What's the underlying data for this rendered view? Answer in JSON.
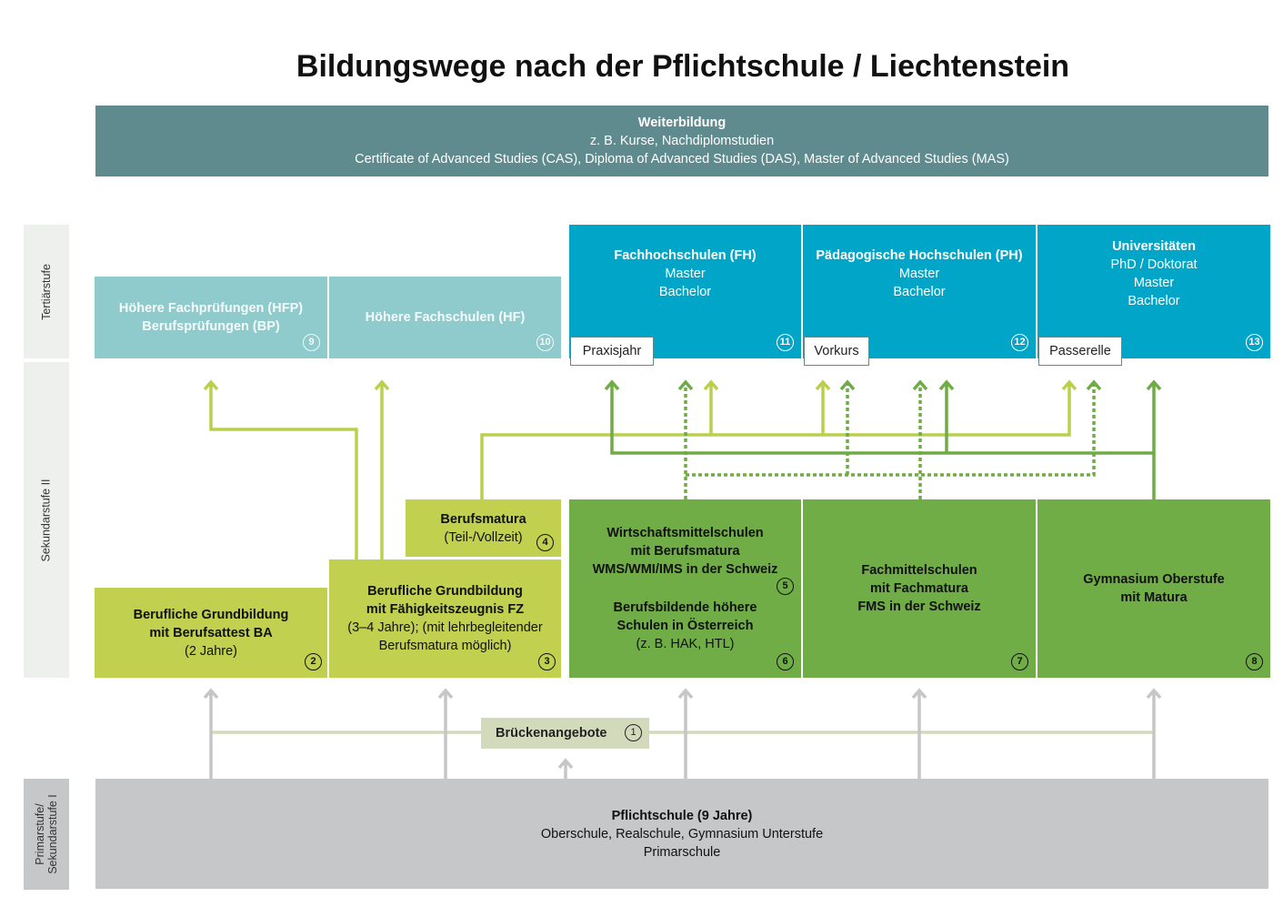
{
  "title": "Bildungswege nach der Pflichtschule / Liechtenstein",
  "levels": {
    "tertiary": "Tertiärstufe",
    "secondary2": "Sekundarstufe II",
    "primary_l1": "Primarstufe/",
    "primary_l2": "Sekundarstufe I"
  },
  "weiterbildung": {
    "title": "Weiterbildung",
    "line1": "z. B. Kurse, Nachdiplomstudien",
    "line2": "Certificate of Advanced Studies (CAS), Diploma of Advanced Studies (DAS), Master of Advanced Studies (MAS)"
  },
  "tertiary": {
    "hfp": {
      "l1": "Höhere Fachprüfungen (HFP)",
      "l2": "Berufsprüfungen (BP)",
      "num": "9"
    },
    "hf": {
      "l1": "Höhere Fachschulen (HF)",
      "num": "10"
    },
    "fh": {
      "l1": "Fachhochschulen (FH)",
      "l2": "Master",
      "l3": "Bachelor",
      "num": "11",
      "tag": "Praxisjahr"
    },
    "ph": {
      "l1": "Pädagogische Hochschulen (PH)",
      "l2": "Master",
      "l3": "Bachelor",
      "num": "12",
      "tag": "Vorkurs"
    },
    "uni": {
      "l1": "Universitäten",
      "l2": "PhD / Doktorat",
      "l3": "Master",
      "l4": "Bachelor",
      "num": "13",
      "tag": "Passerelle"
    }
  },
  "secondary": {
    "ba": {
      "l1": "Berufliche Grundbildung",
      "l2": "mit Berufsattest BA",
      "l3": "(2 Jahre)",
      "num": "2"
    },
    "fz": {
      "l1": "Berufliche Grundbildung",
      "l2": "mit Fähigkeitszeugnis FZ",
      "l3": "(3–4 Jahre); (mit lehrbegleitender",
      "l4": "Berufsmatura möglich)",
      "num": "3"
    },
    "bm": {
      "l1": "Berufsmatura",
      "l2": "(Teil-/Vollzeit)",
      "num": "4"
    },
    "wms": {
      "l1": "Wirtschaftsmittelschulen",
      "l2": "mit Berufsmatura",
      "l3": "WMS/WMI/IMS in der Schweiz",
      "num": "5",
      "l4": "Berufsbildende höhere",
      "l5": "Schulen in Österreich",
      "l6": "(z. B. HAK, HTL)",
      "num2": "6"
    },
    "fms": {
      "l1": "Fachmittelschulen",
      "l2": "mit Fachmatura",
      "l3": "FMS in der Schweiz",
      "num": "7"
    },
    "gym": {
      "l1": "Gymnasium Oberstufe",
      "l2": "mit Matura",
      "num": "8"
    }
  },
  "bridge": {
    "label": "Brückenangebote",
    "num": "1"
  },
  "pflicht": {
    "l1": "Pflichtschule (9 Jahre)",
    "l2": "Oberschule, Realschule, Gymnasium Unterstufe",
    "l3": "Primarschule"
  },
  "colors": {
    "teal": "#5f8a8e",
    "lightteal": "#8fcacc",
    "blue": "#00a5c8",
    "lime": "#c1d04f",
    "green": "#70ad47",
    "bridge": "#d3dabb",
    "gray": "#c6c7c9"
  }
}
